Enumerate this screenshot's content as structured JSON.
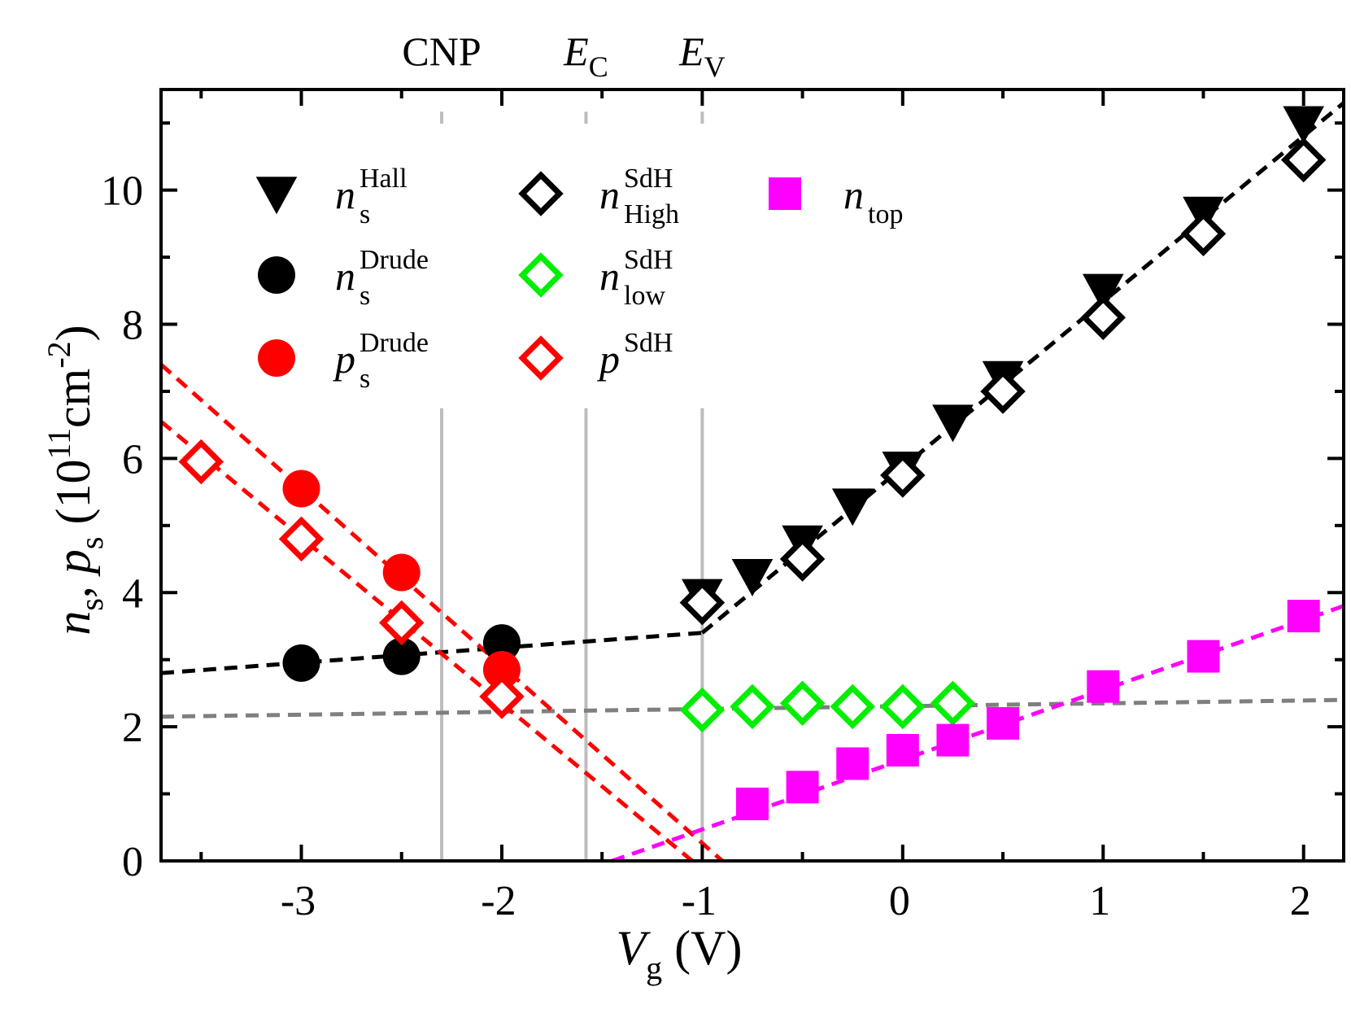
{
  "chart_data": {
    "type": "scatter",
    "xlabel": {
      "main": "V",
      "sub": "g",
      "unit": " (V)"
    },
    "ylabel": {
      "n": "n",
      "n_sub": "s",
      "sep": ", ",
      "p": "p",
      "p_sub": "s",
      "unit_pre": " (10",
      "unit_exp": "11",
      "unit_mid": "cm",
      "unit_exp2": "-2",
      "unit_post": ")"
    },
    "xlim": [
      -3.7,
      2.2
    ],
    "ylim": [
      0,
      11.5
    ],
    "xticks": [
      -3,
      -2,
      -1,
      0,
      1,
      2
    ],
    "xticklabels": [
      "-3",
      "-2",
      "-1",
      "0",
      "1",
      "2"
    ],
    "yticks": [
      0,
      2,
      4,
      6,
      8,
      10
    ],
    "yticklabels": [
      "0",
      "2",
      "4",
      "6",
      "8",
      "10"
    ],
    "grid": false,
    "vlines": [
      {
        "x": -2.3,
        "label": "CNP",
        "label_main": "CNP",
        "label_sub": ""
      },
      {
        "x": -1.58,
        "label": "E_C",
        "label_main": "E",
        "label_sub": "C"
      },
      {
        "x": -1.0,
        "label": "E_V",
        "label_main": "E",
        "label_sub": "V"
      }
    ],
    "series": [
      {
        "key": "ns_hall",
        "marker": "triangle-down",
        "color": "#000000",
        "filled": true,
        "legend": {
          "main": "n",
          "sub": "s",
          "sup": "Hall"
        },
        "x": [
          -1.0,
          -0.75,
          -0.5,
          -0.25,
          0.0,
          0.25,
          0.5,
          1.0,
          1.5,
          2.0
        ],
        "y": [
          3.95,
          4.25,
          4.75,
          5.3,
          5.85,
          6.55,
          7.2,
          8.5,
          9.65,
          11.0
        ]
      },
      {
        "key": "ns_drude",
        "marker": "circle",
        "color": "#000000",
        "filled": true,
        "legend": {
          "main": "n",
          "sub": "s",
          "sup": "Drude"
        },
        "x": [
          -3.0,
          -2.5,
          -2.0
        ],
        "y": [
          2.95,
          3.05,
          3.25
        ]
      },
      {
        "key": "ps_drude",
        "marker": "circle",
        "color": "#ff0000",
        "filled": true,
        "legend": {
          "main": "p",
          "sub": "s",
          "sup": "Drude"
        },
        "x": [
          -3.0,
          -2.5,
          -2.0
        ],
        "y": [
          5.55,
          4.3,
          2.85
        ]
      },
      {
        "key": "n_high_sdh",
        "marker": "diamond",
        "color": "#000000",
        "filled": false,
        "legend": {
          "main": "n",
          "sub": "High",
          "sup": "SdH"
        },
        "x": [
          -1.0,
          -0.5,
          0.0,
          0.5,
          1.0,
          1.5,
          2.0
        ],
        "y": [
          3.85,
          4.5,
          5.75,
          7.0,
          8.1,
          9.35,
          10.45
        ]
      },
      {
        "key": "n_low_sdh",
        "marker": "diamond",
        "color": "#00ee00",
        "filled": false,
        "legend": {
          "main": "n",
          "sub": "low",
          "sup": "SdH"
        },
        "x": [
          -1.0,
          -0.75,
          -0.5,
          -0.25,
          0.0,
          0.25
        ],
        "y": [
          2.25,
          2.3,
          2.35,
          2.3,
          2.3,
          2.35
        ]
      },
      {
        "key": "p_sdh",
        "marker": "diamond",
        "color": "#ff0000",
        "filled": false,
        "legend": {
          "main": "p",
          "sub": "",
          "sup": "SdH"
        },
        "x": [
          -3.5,
          -3.0,
          -2.5,
          -2.0
        ],
        "y": [
          5.95,
          4.8,
          3.55,
          2.45
        ]
      },
      {
        "key": "n_top",
        "marker": "square",
        "color": "#ff00ff",
        "filled": true,
        "legend": {
          "main": "n",
          "sub": "top",
          "sup": ""
        },
        "x": [
          -0.75,
          -0.5,
          -0.25,
          0.0,
          0.25,
          0.5,
          1.0,
          1.5,
          2.0
        ],
        "y": [
          0.85,
          1.1,
          1.45,
          1.65,
          1.8,
          2.05,
          2.6,
          3.05,
          3.65
        ]
      }
    ],
    "fit_lines": [
      {
        "color": "#000000",
        "x": [
          -3.7,
          -1.0
        ],
        "y": [
          2.8,
          3.4
        ]
      },
      {
        "color": "#000000",
        "x": [
          -1.0,
          2.2
        ],
        "y": [
          3.4,
          11.3
        ]
      },
      {
        "color": "#7f7f7f",
        "x": [
          -3.7,
          2.2
        ],
        "y": [
          2.15,
          2.4
        ]
      },
      {
        "color": "#ff0000",
        "x": [
          -3.7,
          -0.9
        ],
        "y": [
          7.4,
          0.0
        ]
      },
      {
        "color": "#ff0000",
        "x": [
          -3.7,
          -1.05
        ],
        "y": [
          6.55,
          0.0
        ]
      },
      {
        "color": "#ff00ff",
        "x": [
          -1.45,
          2.2
        ],
        "y": [
          0.0,
          3.8
        ]
      }
    ]
  }
}
